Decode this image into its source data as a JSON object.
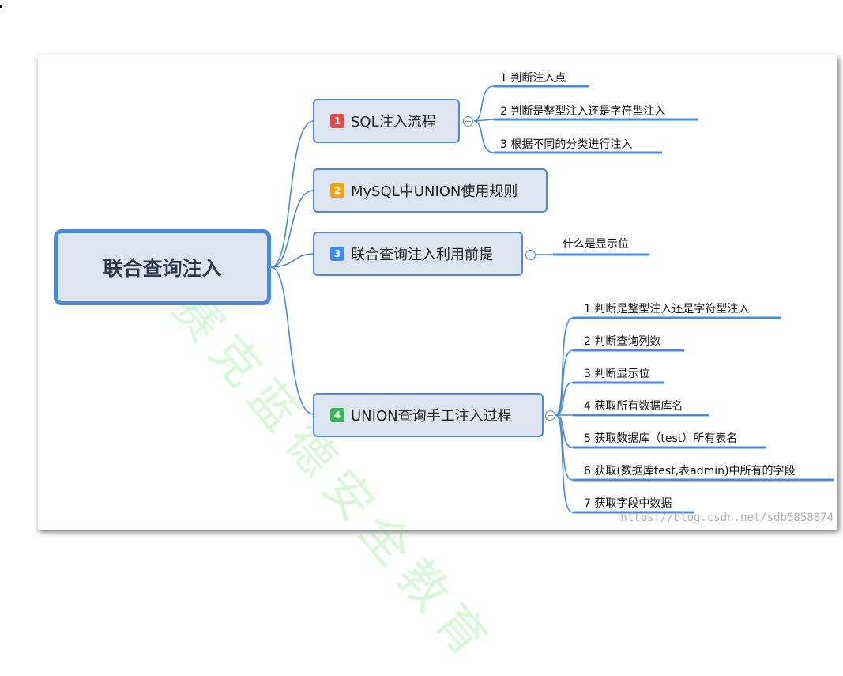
{
  "mindmap": {
    "root": "联合查询注入",
    "branches": [
      {
        "badge": "1",
        "badge_color": "#e84a4a",
        "label": "SQL注入流程",
        "children": [
          "1  判断注入点",
          "2  判断是整型注入还是字符型注入",
          "3  根据不同的分类进行注入"
        ]
      },
      {
        "badge": "2",
        "badge_color": "#f3a40f",
        "label": "MySQL中UNION使用规则",
        "children": []
      },
      {
        "badge": "3",
        "badge_color": "#3c8df0",
        "label": "联合查询注入利用前提",
        "children": [
          "什么是显示位"
        ]
      },
      {
        "badge": "4",
        "badge_color": "#35b853",
        "label": "UNION查询手工注入过程",
        "children": [
          "1  判断是整型注入还是字符型注入",
          "2  判断查询列数",
          "3  判断显示位",
          "4  获取所有数据库名",
          "5  获取数据库（test）所有表名",
          "6  获取(数据库test,表admin)中所有的字段",
          "7  获取字段中数据"
        ]
      }
    ]
  },
  "colors": {
    "node_fill": "#dce5f1",
    "node_border": "#4a8ad6",
    "connector": "#4a8ad6"
  },
  "watermark": {
    "text": "赛克蓝德安全教育",
    "url": "https://blog.csdn.net/sdb5858874"
  }
}
